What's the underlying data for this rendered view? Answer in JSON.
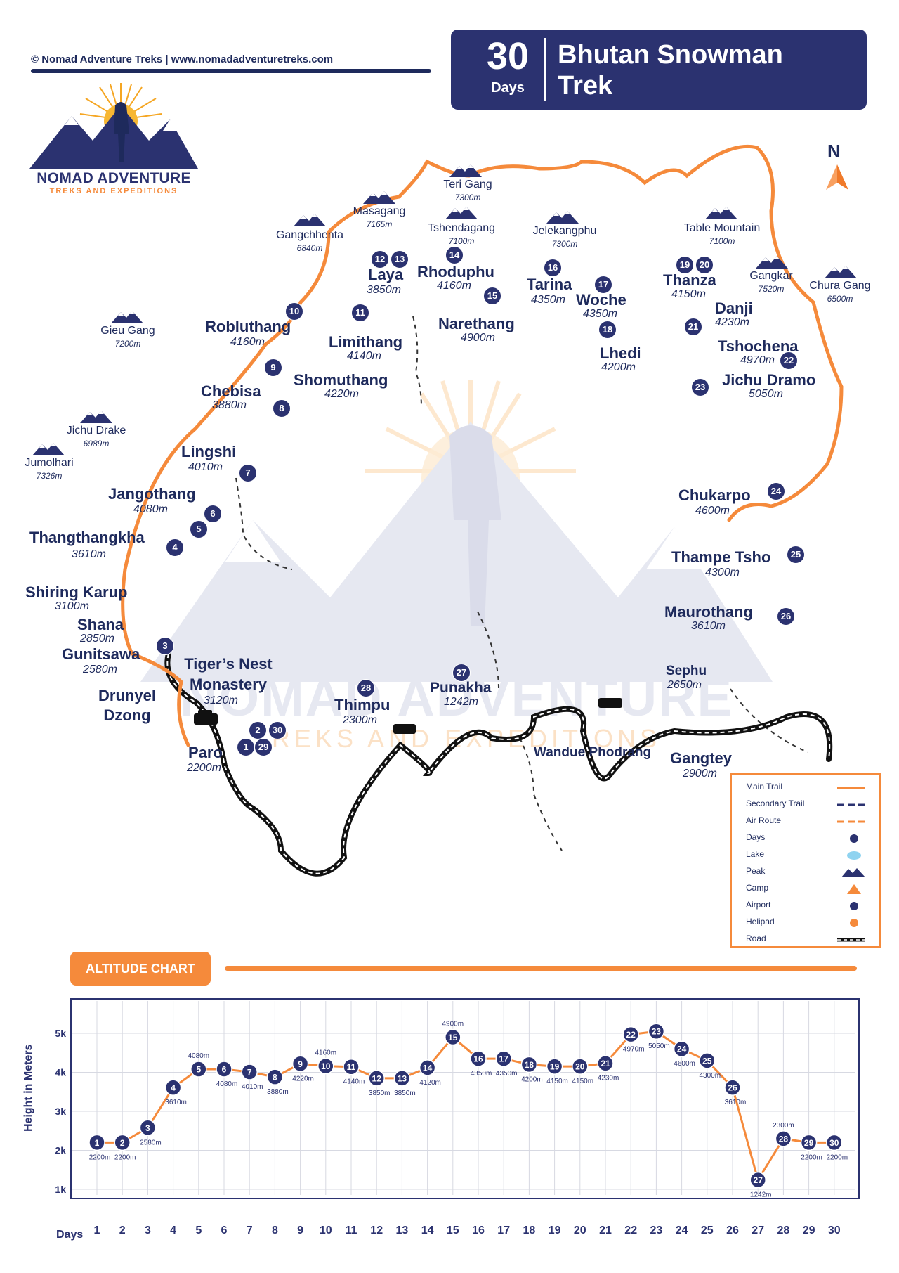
{
  "copyright": "© Nomad Adventure Treks | www.nomadadventuretreks.com",
  "title": {
    "days_number": "30",
    "days_label": "Days",
    "name": "Bhutan Snowman Trek"
  },
  "logo": {
    "line1": "NOMAD ADVENTURE",
    "line2": "TREKS AND EXPEDITIONS"
  },
  "watermark": {
    "line1": "NOMAD ADVENTURE",
    "line2": "TREKS AND EXPEDITIONS"
  },
  "north": "N",
  "peaks": [
    {
      "name": "Teri Gang",
      "alt": "7300m"
    },
    {
      "name": "Masagang",
      "alt": "7165m"
    },
    {
      "name": "Tshendagang",
      "alt": "7100m"
    },
    {
      "name": "Gangchhenta",
      "alt": "6840m"
    },
    {
      "name": "Jelekangphu",
      "alt": "7300m"
    },
    {
      "name": "Table Mountain",
      "alt": "7100m"
    },
    {
      "name": "Gangkar",
      "alt": "7520m"
    },
    {
      "name": "Chura Gang",
      "alt": "6500m"
    },
    {
      "name": "Gieu Gang",
      "alt": "7200m"
    },
    {
      "name": "Jichu Drake",
      "alt": "6989m"
    },
    {
      "name": "Jumolhari",
      "alt": "7326m"
    }
  ],
  "places": [
    {
      "name": "Laya",
      "alt": "3850m"
    },
    {
      "name": "Rhoduphu",
      "alt": "4160m"
    },
    {
      "name": "Tarina",
      "alt": "4350m"
    },
    {
      "name": "Woche",
      "alt": "4350m"
    },
    {
      "name": "Thanza",
      "alt": "4150m"
    },
    {
      "name": "Danji",
      "alt": "4230m"
    },
    {
      "name": "Narethang",
      "alt": "4900m"
    },
    {
      "name": "Lhedi",
      "alt": "4200m"
    },
    {
      "name": "Tshochena",
      "alt": "4970m"
    },
    {
      "name": "Jichu Dramo",
      "alt": "5050m"
    },
    {
      "name": "Robluthang",
      "alt": "4160m"
    },
    {
      "name": "Limithang",
      "alt": "4140m"
    },
    {
      "name": "Shomuthang",
      "alt": "4220m"
    },
    {
      "name": "Chebisa",
      "alt": "3880m"
    },
    {
      "name": "Lingshi",
      "alt": "4010m"
    },
    {
      "name": "Jangothang",
      "alt": "4080m"
    },
    {
      "name": "Thangthangkha",
      "alt": "3610m"
    },
    {
      "name": "Shiring Karup",
      "alt": "3100m"
    },
    {
      "name": "Shana",
      "alt": "2850m"
    },
    {
      "name": "Gunitsawa",
      "alt": "2580m"
    },
    {
      "name": "Chukarpo",
      "alt": "4600m"
    },
    {
      "name": "Thampe Tsho",
      "alt": "4300m"
    },
    {
      "name": "Maurothang",
      "alt": "3610m"
    },
    {
      "name": "Sephu",
      "alt": "2650m"
    },
    {
      "name": "Tiger’s Nest Monastery",
      "alt": "3120m"
    },
    {
      "name": "Drunyel Dzong",
      "alt": ""
    },
    {
      "name": "Paro",
      "alt": "2200m"
    },
    {
      "name": "Thimpu",
      "alt": "2300m"
    },
    {
      "name": "Punakha",
      "alt": "1242m"
    },
    {
      "name": "Wandue Phodrang",
      "alt": ""
    },
    {
      "name": "Gangtey",
      "alt": "2900m"
    }
  ],
  "map_day_badges": [
    "1",
    "2",
    "3",
    "4",
    "5",
    "6",
    "7",
    "8",
    "9",
    "10",
    "11",
    "12",
    "13",
    "14",
    "15",
    "16",
    "17",
    "18",
    "19",
    "20",
    "21",
    "22",
    "23",
    "24",
    "25",
    "26",
    "27",
    "28",
    "29",
    "30"
  ],
  "legend": [
    {
      "label": "Main Trail",
      "icon": "main-trail"
    },
    {
      "label": "Secondary Trail",
      "icon": "secondary-trail"
    },
    {
      "label": "Air Route",
      "icon": "air-route"
    },
    {
      "label": "Days",
      "icon": "day-dot"
    },
    {
      "label": "Lake",
      "icon": "lake"
    },
    {
      "label": "Peak",
      "icon": "peak"
    },
    {
      "label": "Camp",
      "icon": "camp"
    },
    {
      "label": "Airport",
      "icon": "airport"
    },
    {
      "label": "Helipad",
      "icon": "helipad"
    },
    {
      "label": "Road",
      "icon": "road"
    }
  ],
  "colors": {
    "navy": "#2b3270",
    "orange": "#f58a3b"
  },
  "altitude_title": "ALTITUDE CHART",
  "chart_data": {
    "type": "line",
    "ylabel": "Height in Meters",
    "xlabel": "Days",
    "x": [
      1,
      2,
      3,
      4,
      5,
      6,
      7,
      8,
      9,
      10,
      11,
      12,
      13,
      14,
      15,
      16,
      17,
      18,
      19,
      20,
      21,
      22,
      23,
      24,
      25,
      26,
      27,
      28,
      29,
      30
    ],
    "y": [
      2200,
      2200,
      2580,
      3610,
      4080,
      4080,
      4010,
      3880,
      4220,
      4160,
      4140,
      3850,
      3850,
      4120,
      4900,
      4350,
      4350,
      4200,
      4150,
      4150,
      4230,
      4970,
      5050,
      4600,
      4300,
      3610,
      1242,
      2300,
      2200,
      2200
    ],
    "point_labels": [
      "2200m",
      "2200m",
      "2580m",
      "3610m",
      "4080m",
      "4080m",
      "4010m",
      "3880m",
      "4220m",
      "4160m",
      "4140m",
      "3850m",
      "3850m",
      "4120m",
      "4900m",
      "4350m",
      "4350m",
      "4200m",
      "4150m",
      "4150m",
      "4230m",
      "4970m",
      "5050m",
      "4600m",
      "4300m",
      "3610m",
      "1242m",
      "2300m",
      "2200m",
      "2200m"
    ],
    "ytick_labels": [
      "1k",
      "2k",
      "3k",
      "4k",
      "5k"
    ],
    "grid": true
  }
}
